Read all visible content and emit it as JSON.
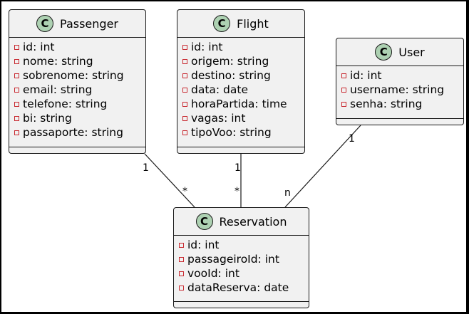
{
  "classes": [
    {
      "id": "passenger",
      "name": "Passenger",
      "attributes": [
        "id: int",
        "nome: string",
        "sobrenome: string",
        "email: string",
        "telefone: string",
        "bi: string",
        "passaporte: string"
      ]
    },
    {
      "id": "flight",
      "name": "Flight",
      "attributes": [
        "id: int",
        "origem: string",
        "destino: string",
        "data: date",
        "horaPartida: time",
        "vagas: int",
        "tipoVoo: string"
      ]
    },
    {
      "id": "user",
      "name": "User",
      "attributes": [
        "id: int",
        "username: string",
        "senha: string"
      ]
    },
    {
      "id": "reservation",
      "name": "Reservation",
      "attributes": [
        "id: int",
        "passageiroId: int",
        "vooId: int",
        "dataReserva: date"
      ]
    }
  ],
  "class_icon_letter": "C",
  "class_icon_color": "#add1b2",
  "visibility_icon": "private-square-icon",
  "visibility_color": "#c82930",
  "relations": [
    {
      "from": "passenger",
      "to": "reservation",
      "from_mult": "1",
      "to_mult": "*"
    },
    {
      "from": "flight",
      "to": "reservation",
      "from_mult": "1",
      "to_mult": "*"
    },
    {
      "from": "user",
      "to": "reservation",
      "from_mult": "1",
      "to_mult": "n"
    }
  ]
}
